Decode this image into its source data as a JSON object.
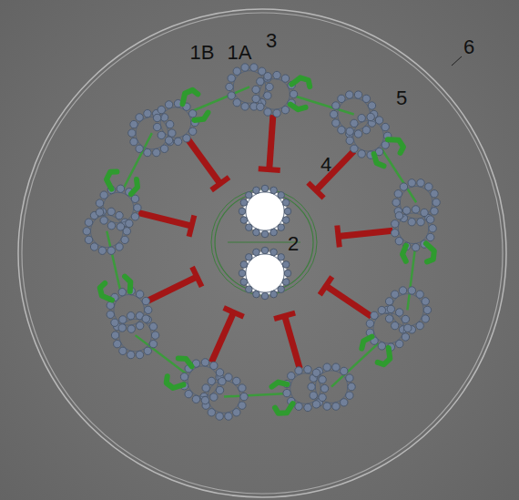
{
  "diagram": {
    "labels": [
      "1B",
      "1A",
      "3",
      "6",
      "5",
      "4",
      "2"
    ]
  }
}
